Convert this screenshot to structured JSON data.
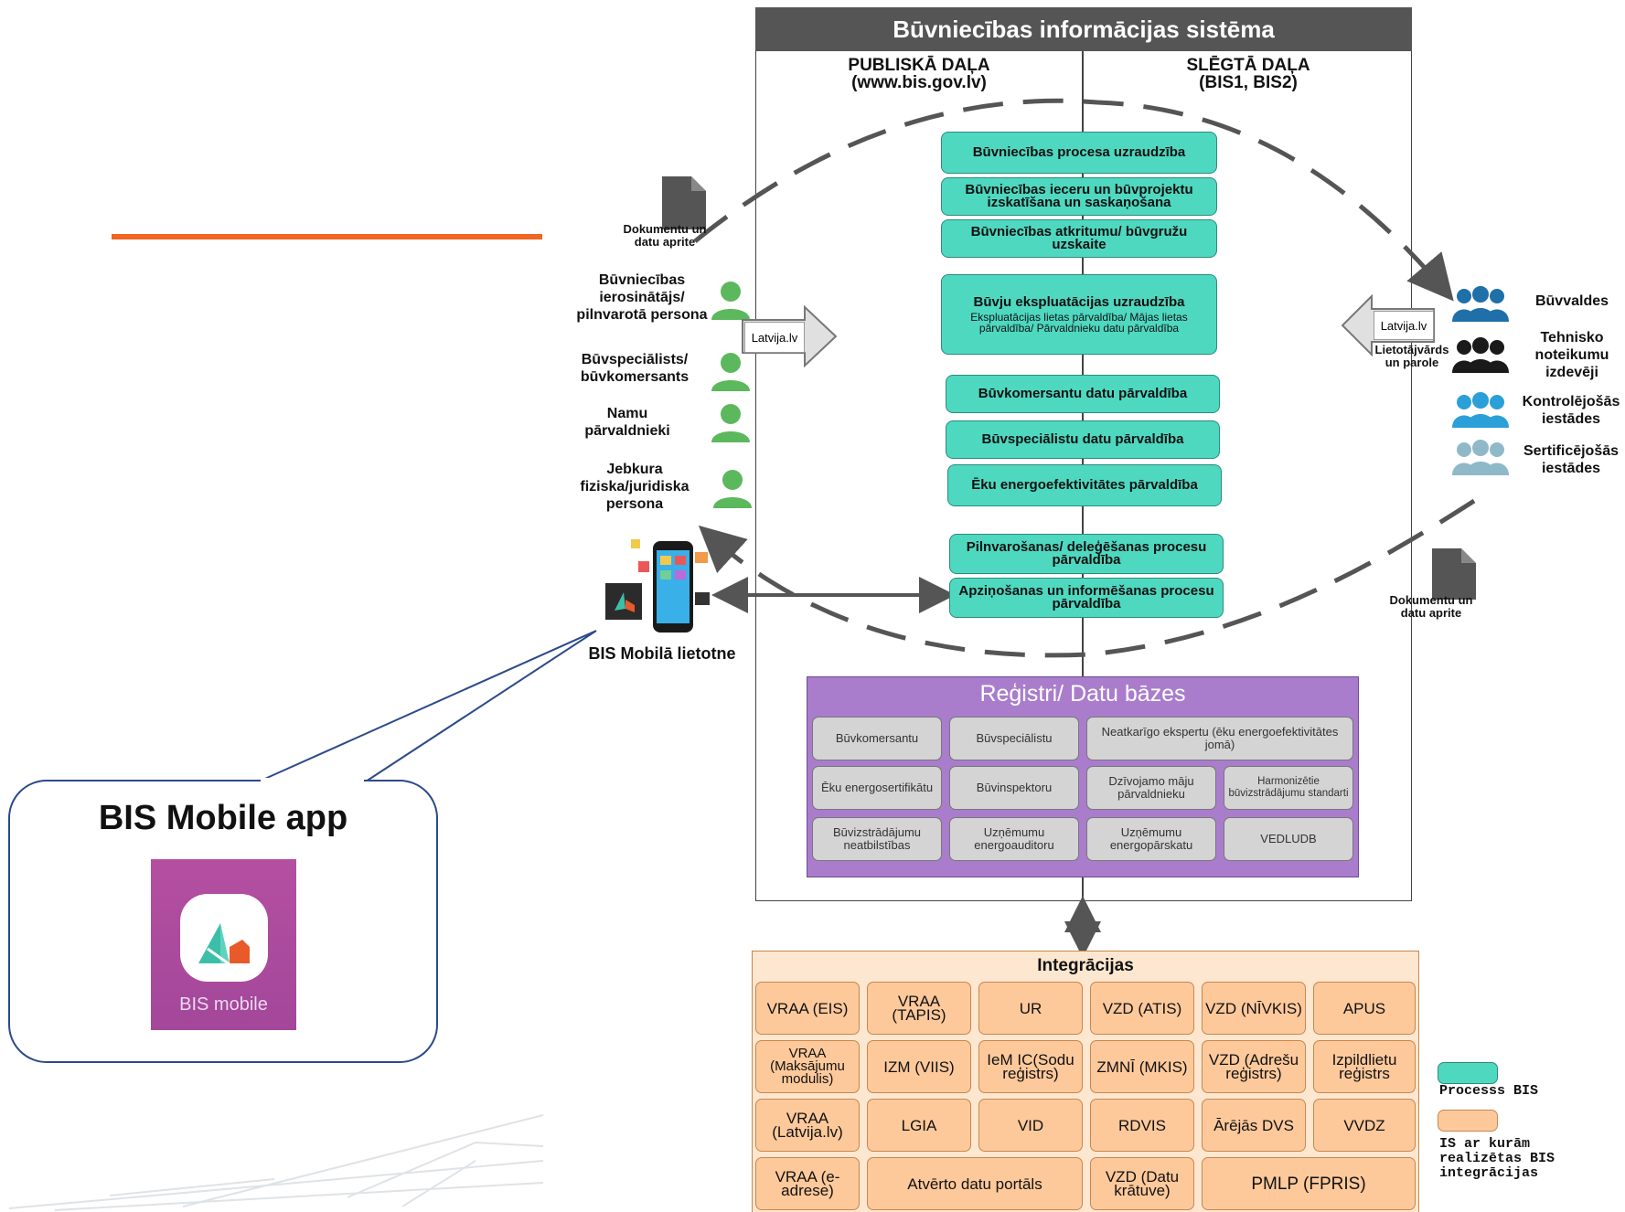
{
  "system": {
    "title": "Būvniecības informācijas sistēma",
    "public_title": "PUBLISKĀ DAĻA",
    "public_url": "(www.bis.gov.lv)",
    "closed_title": "SLĒGTĀ DAĻA",
    "closed_sub": "(BIS1, BIS2)"
  },
  "processes": [
    {
      "label": "Būvniecības procesa uzraudzība"
    },
    {
      "label": "Būvniecības ieceru un būvprojektu izskatīšana un saskaņošana"
    },
    {
      "label": "Būvniecības atkritumu/ būvgružu uzskaite"
    },
    {
      "label": "Būvju ekspluatācijas uzraudzība",
      "sub": "Ekspluatācijas lietas pārvaldība/ Mājas lietas pārvaldība/ Pārvaldnieku datu pārvaldība"
    },
    {
      "label": "Būvkomersantu datu pārvaldība"
    },
    {
      "label": "Būvspeciālistu datu pārvaldība"
    },
    {
      "label": "Ēku energoefektivitātes pārvaldība"
    },
    {
      "label": "Pilnvarošanas/ deleģēšanas procesu pārvaldība"
    },
    {
      "label": "Apziņošanas un informēšanas procesu pārvaldība"
    }
  ],
  "left_users": [
    {
      "label": "Būvniecības ierosinātājs/ pilnvarotā persona"
    },
    {
      "label": "Būvspeciālists/ būvkomersants"
    },
    {
      "label": "Namu pārvaldnieki"
    },
    {
      "label": "Jebkura fiziska/juridiska persona"
    }
  ],
  "right_groups": [
    {
      "label": "Būvvaldes",
      "color": "#1f6fa8"
    },
    {
      "label": "Tehnisko noteikumu izdevēji",
      "color": "#1a1a1a"
    },
    {
      "label": "Kontrolējošās iestādes",
      "color": "#2a9fd8"
    },
    {
      "label": "Sertificējošās iestādes",
      "color": "#8fb9c9"
    }
  ],
  "doc_flow_label": "Dokumentu un datu aprite",
  "latvija_label": "Latvija.lv",
  "login_label": "Lietotājvārds un parole",
  "mobile_label": "BIS Mobilā lietotne",
  "callout": {
    "title": "BIS Mobile app",
    "icon_text": "BIS mobile"
  },
  "registries": {
    "title": "Reģistri/ Datu bāzes",
    "items": [
      "Būvkomersantu",
      "Būvspeciālistu",
      "Neatkarīgo ekspertu (ēku energoefektivitātes jomā)",
      "Ēku energosertifikātu",
      "Būvinspektoru",
      "Dzīvojamo māju pārvaldnieku",
      "Harmonizētie būvizstrādājumu standarti",
      "Būvizstrādājumu neatbilstības",
      "Uzņēmumu energoauditoru",
      "Uzņēmumu energopārskatu",
      "VEDLUDB"
    ]
  },
  "integrations": {
    "title": "Integrācijas",
    "items": [
      "VRAA (EIS)",
      "VRAA (TAPIS)",
      "UR",
      "VZD (ATIS)",
      "VZD (NĪVKIS)",
      "APUS",
      "VRAA (Maksājumu modulis)",
      "IZM (VIIS)",
      "IeM IC(Sodu reģistrs)",
      "ZMNĪ (MKIS)",
      "VZD (Adrešu reģistrs)",
      "Izpildlietu reģistrs",
      "VRAA (Latvija.lv)",
      "LGIA",
      "VID",
      "RDVIS",
      "Ārējās DVS",
      "VVDZ",
      "VRAA (e-adrese)",
      "Atvērto datu portāls",
      "VZD (Datu krātuve)",
      "PMLP (FPRIS)"
    ]
  },
  "legend": {
    "process": "Processs BIS",
    "integration": "IS ar kurām realizētas BIS integrācijas"
  },
  "colors": {
    "process": "#4ed8c0",
    "integration": "#fdc99b",
    "registry_panel": "#a97dcc",
    "accent_line": "#f26522",
    "title_bar": "#555555"
  }
}
